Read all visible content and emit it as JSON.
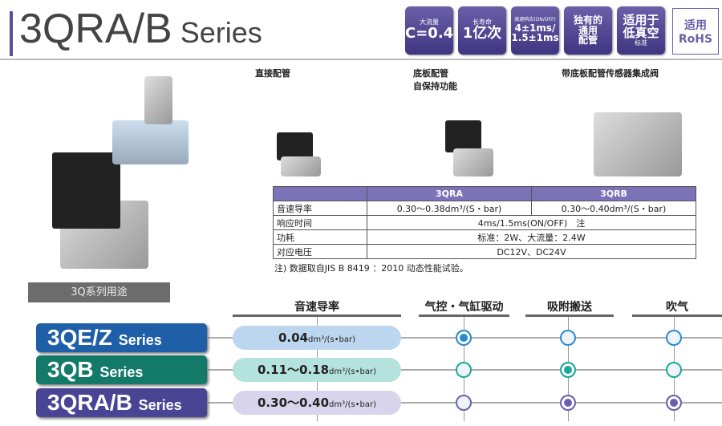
{
  "title": {
    "main": "3QRA/B",
    "suffix": " Series"
  },
  "badges": [
    {
      "top": "大流量",
      "main": "C=0.4"
    },
    {
      "top": "长寿命",
      "main": "1亿次"
    },
    {
      "top": "高速响应(ON/OFF)",
      "main": "4±1ms/",
      "sub": "1.5±1ms"
    },
    {
      "l1": "独有的",
      "l2": "通用",
      "l3": "配管"
    },
    {
      "l1": "适用于",
      "l2": "低真空",
      "l3": "标准"
    },
    {
      "l1": "适用",
      "l2": "RoHS"
    }
  ],
  "products": [
    {
      "label": "直接配管"
    },
    {
      "label": "底板配管",
      "label2": "自保持功能"
    },
    {
      "label": "带底板配管传感器集成阀"
    }
  ],
  "spec_table": {
    "headers": [
      "",
      "3QRA",
      "3QRB"
    ],
    "rows": [
      {
        "label": "音速导率",
        "a": "0.30～0.38dm³/(S・bar)",
        "b": "0.30～0.40dm³/(S・bar)"
      },
      {
        "label": "响应时间",
        "v": "4ms/1.5ms(ON/OFF)　注"
      },
      {
        "label": "功耗",
        "v": "标准：2W、大流量：2.4W"
      },
      {
        "label": "对应电压",
        "v": "DC12V、DC24V"
      }
    ],
    "note": "注) 数据取自JIS B 8419 ：2010 动态性能试验。"
  },
  "usage_label": "3Q系列用途",
  "columns": [
    "音速导率",
    "气控・气缸驱动",
    "吸附搬送",
    "吹气"
  ],
  "series": [
    {
      "name": "3QE/Z",
      "suffix": "Series",
      "value": "0.04",
      "unit": "dm³/(s•bar)",
      "color": "#1f5fa8",
      "pill": "#bcd6ef",
      "dot": "#2a8ad0",
      "uses": [
        true,
        false,
        false
      ]
    },
    {
      "name": "3QB",
      "suffix": "Series",
      "value": "0.11～0.18",
      "unit": "dm³/(s•bar)",
      "color": "#137a6a",
      "pill": "#b4e2dc",
      "dot": "#1ba89a",
      "uses": [
        false,
        true,
        false
      ]
    },
    {
      "name": "3QRA/B",
      "suffix": "Series",
      "value": "0.30～0.40",
      "unit": "dm³/(s•bar)",
      "color": "#4a4494",
      "pill": "#d8d4ec",
      "dot": "#6a60b0",
      "uses": [
        false,
        true,
        true
      ]
    }
  ]
}
